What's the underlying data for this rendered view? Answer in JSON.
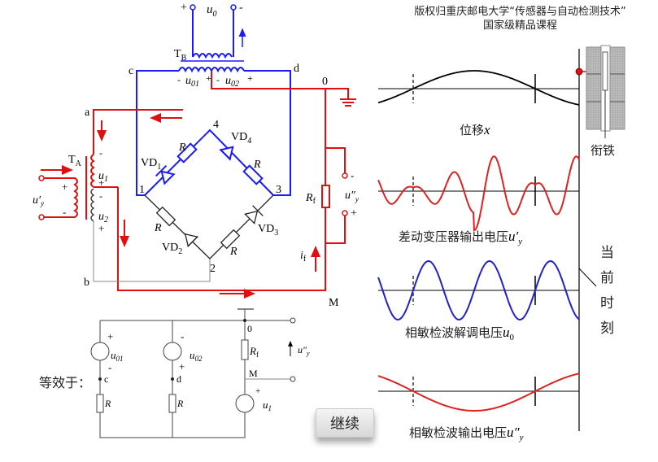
{
  "header": {
    "line1": "版权归重庆邮电大学“传感器与自动检测技术”",
    "line2": "国家级精品课程"
  },
  "circuit": {
    "output_label": "u",
    "output_sub": "0",
    "plus": "+",
    "minus": "-",
    "transformer_b": "T",
    "transformer_b_sub": "B",
    "transformer_a": "T",
    "transformer_a_sub": "A",
    "node_c": "c",
    "node_d": "d",
    "node_a": "a",
    "node_b": "b",
    "node_0": "0",
    "node_M": "M",
    "node_1": "1",
    "node_2": "2",
    "node_3": "3",
    "node_4": "4",
    "u01": "u",
    "u01_sub": "01",
    "u02": "u",
    "u02_sub": "02",
    "u1": "u",
    "u1_sub": "1",
    "u2": "u",
    "u2_sub": "2",
    "uy_prime": "u′",
    "uy_sub": "y",
    "uy_dprime": "u″",
    "resistor": "R",
    "rf": "R",
    "rf_sub": "f",
    "if": "i",
    "if_sub": "f",
    "vd": "VD",
    "vd1": "1",
    "vd2": "2",
    "vd3": "3",
    "vd4": "4"
  },
  "equivalent": {
    "label": "等效于：",
    "node_c": "c",
    "node_d": "d",
    "node_0": "0",
    "node_M": "M",
    "u01": "u",
    "u01_sub": "01",
    "u02": "u",
    "u02_sub": "02",
    "u1": "u",
    "u1_sub": "1",
    "resistor": "R",
    "rf": "R",
    "rf_sub": "f",
    "uy": "u″",
    "uy_sub": "y",
    "plus": "+",
    "minus": "-"
  },
  "waveforms": {
    "armature_label": "衔铁",
    "current_moment": [
      "当",
      "前",
      "时",
      "刻"
    ],
    "plots": [
      {
        "label": "位移",
        "var": "x",
        "sub": "",
        "color": "#000000"
      },
      {
        "label": "差动变压器输出电压",
        "var": "u′",
        "sub": "y",
        "color": "#dd2222"
      },
      {
        "label": "相敏检波解调电压",
        "var": "u",
        "sub": "0",
        "color": "#2222cc"
      },
      {
        "label": "相敏检波输出电压",
        "var": "u″",
        "sub": "y",
        "color": "#dd2222"
      }
    ]
  },
  "colors": {
    "red": "#e01010",
    "blue": "#1a1aff",
    "dark": "#222222",
    "gray": "#888888"
  },
  "continue_button": {
    "label": "继续"
  }
}
